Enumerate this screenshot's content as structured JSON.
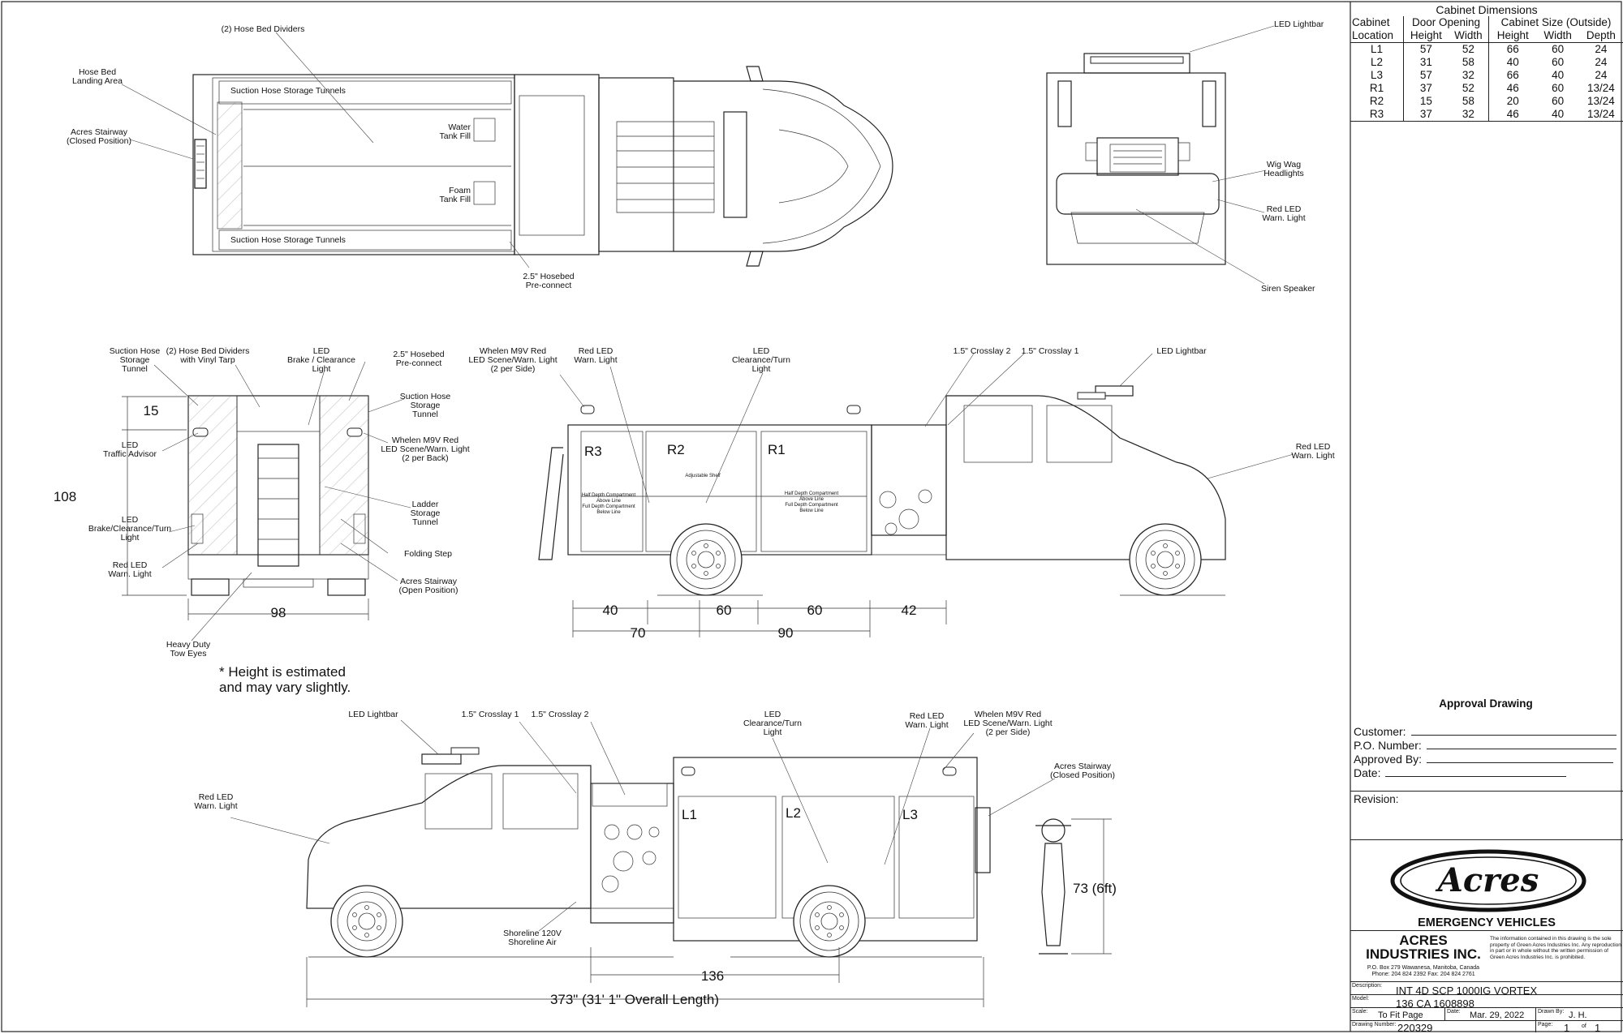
{
  "labels": {
    "top_view": {
      "hose_bed_dividers": "(2) Hose Bed Dividers",
      "hose_bed_landing_l1": "Hose Bed",
      "hose_bed_landing_l2": "Landing Area",
      "stairway_closed_l1": "Acres Stairway",
      "stairway_closed_l2": "(Closed Position)",
      "suction_tunnels_top": "Suction Hose Storage Tunnels",
      "suction_tunnels_bottom": "Suction Hose Storage Tunnels",
      "water_fill_l1": "Water",
      "water_fill_l2": "Tank Fill",
      "foam_fill_l1": "Foam",
      "foam_fill_l2": "Tank Fill",
      "preconnect_l1": "2.5\" Hosebed",
      "preconnect_l2": "Pre-connect"
    },
    "front_view": {
      "lightbar": "LED Lightbar",
      "wigwag_l1": "Wig Wag",
      "wigwag_l2": "Headlights",
      "red_warn_l1": "Red LED",
      "red_warn_l2": "Warn. Light",
      "siren": "Siren Speaker"
    },
    "rear_view": {
      "suction_left_l1": "Suction Hose",
      "suction_left_l2": "Storage",
      "suction_left_l3": "Tunnel",
      "dividers_l1": "(2) Hose Bed Dividers",
      "dividers_l2": "with Vinyl Tarp",
      "brake_l1": "LED",
      "brake_l2": "Brake / Clearance",
      "brake_l3": "Light",
      "preconnect_l1": "2.5\" Hosebed",
      "preconnect_l2": "Pre-connect",
      "suction_right_l1": "Suction Hose",
      "suction_right_l2": "Storage",
      "suction_right_l3": "Tunnel",
      "traffic_l1": "LED",
      "traffic_l2": "Traffic Advisor",
      "whelen_l1": "Whelen M9V Red",
      "whelen_l2": "LED Scene/Warn. Light",
      "whelen_l3": "(2 per Back)",
      "ladder_l1": "Ladder",
      "ladder_l2": "Storage",
      "ladder_l3": "Tunnel",
      "bct_l1": "LED",
      "bct_l2": "Brake/Clearance/Turn",
      "bct_l3": "Light",
      "folding_step": "Folding Step",
      "red_warn_l1": "Red LED",
      "red_warn_l2": "Warn. Light",
      "stairway_open_l1": "Acres Stairway",
      "stairway_open_l2": "(Open Position)",
      "tow_l1": "Heavy Duty",
      "tow_l2": "Tow Eyes",
      "dim_15": "15",
      "dim_108": "108",
      "dim_98": "98",
      "note_l1": "*  Height is estimated",
      "note_l2": "and may vary slightly."
    },
    "right_side": {
      "whelen_l1": "Whelen M9V Red",
      "whelen_l2": "LED Scene/Warn. Light",
      "whelen_l3": "(2 per Side)",
      "red_warn_l1": "Red LED",
      "red_warn_l2": "Warn. Light",
      "clearance_l1": "LED",
      "clearance_l2": "Clearance/Turn",
      "clearance_l3": "Light",
      "crosslay2": "1.5\" Crosslay 2",
      "crosslay1": "1.5\" Crosslay 1",
      "lightbar": "LED Lightbar",
      "front_red_l1": "Red LED",
      "front_red_l2": "Warn. Light",
      "r3": "R3",
      "r2": "R2",
      "r1": "R1",
      "adj_shelf": "Adjustable Shelf",
      "half_depth_1": "Half Depth Compartment",
      "half_depth_2": "Above Line",
      "full_depth_1": "Full Depth Compartment",
      "full_depth_2": "Below Line",
      "dim_40": "40",
      "dim_60a": "60",
      "dim_60b": "60",
      "dim_42": "42",
      "dim_70": "70",
      "dim_90": "90"
    },
    "left_side": {
      "lightbar": "LED Lightbar",
      "crosslay1": "1.5\" Crosslay 1",
      "crosslay2": "1.5\" Crosslay 2",
      "clearance_l1": "LED",
      "clearance_l2": "Clearance/Turn",
      "clearance_l3": "Light",
      "red_warn_l1": "Red LED",
      "red_warn_l2": "Warn. Light",
      "whelen_l1": "Whelen M9V Red",
      "whelen_l2": "LED Scene/Warn. Light",
      "whelen_l3": "(2 per Side)",
      "stairway_l1": "Acres Stairway",
      "stairway_l2": "(Closed Position)",
      "front_red_l1": "Red LED",
      "front_red_l2": "Warn. Light",
      "l1": "L1",
      "l2": "L2",
      "l3": "L3",
      "shoreline_l1": "Shoreline 120V",
      "shoreline_l2": "Shoreline Air",
      "dim_136": "136",
      "overall": "373\" (31' 1\" Overall Length)",
      "person": "73  (6ft)"
    }
  },
  "cabinet_table": {
    "title": "Cabinet Dimensions",
    "h1": [
      "Cabinet",
      "Door Opening",
      "Cabinet Size (Outside)"
    ],
    "h2": [
      "Location",
      "Height",
      "Width",
      "Height",
      "Width",
      "Depth"
    ],
    "rows": [
      [
        "L1",
        "57",
        "52",
        "66",
        "60",
        "24"
      ],
      [
        "L2",
        "31",
        "58",
        "40",
        "60",
        "24"
      ],
      [
        "L3",
        "57",
        "32",
        "66",
        "40",
        "24"
      ],
      [
        "R1",
        "37",
        "52",
        "46",
        "60",
        "13/24"
      ],
      [
        "R2",
        "15",
        "58",
        "20",
        "60",
        "13/24"
      ],
      [
        "R3",
        "37",
        "32",
        "46",
        "40",
        "13/24"
      ]
    ]
  },
  "approval": {
    "title": "Approval Drawing",
    "customer": "Customer:",
    "po": "P.O. Number:",
    "approved": "Approved By:",
    "date": "Date:"
  },
  "revision": "Revision:",
  "logo": {
    "script": "Acres",
    "name": "EMERGENCY VEHICLES"
  },
  "company": {
    "l1": "ACRES",
    "l2": "INDUSTRIES INC.",
    "addr1": "P.O. Box 279 Wawanesa, Manitoba, Canada",
    "addr2": "Phone: 204 824 2392      Fax: 204 824 2761",
    "disclaimer": "The information contained in this drawing is the sole property of Green Acres Industries Inc. Any reproduction in part or in whole without the written permission of Green Acres Industries Inc. is prohibited."
  },
  "titleblock": {
    "desc_k": "Description:",
    "desc_v": "INT 4D SCP 1000IG VORTEX",
    "model_k": "Model:",
    "model_v": "136 CA 1608898",
    "scale_k": "Scale:",
    "scale_v": "To Fit Page",
    "date_k": "Date:",
    "date_v": "Mar. 29, 2022",
    "drawn_k": "Drawn By:",
    "drawn_v": "J. H.",
    "num_k": "Drawing Number:",
    "num_v": "220329",
    "page_k": "Page:",
    "page_v": "1",
    "of_k": "of",
    "of_v": "1"
  }
}
